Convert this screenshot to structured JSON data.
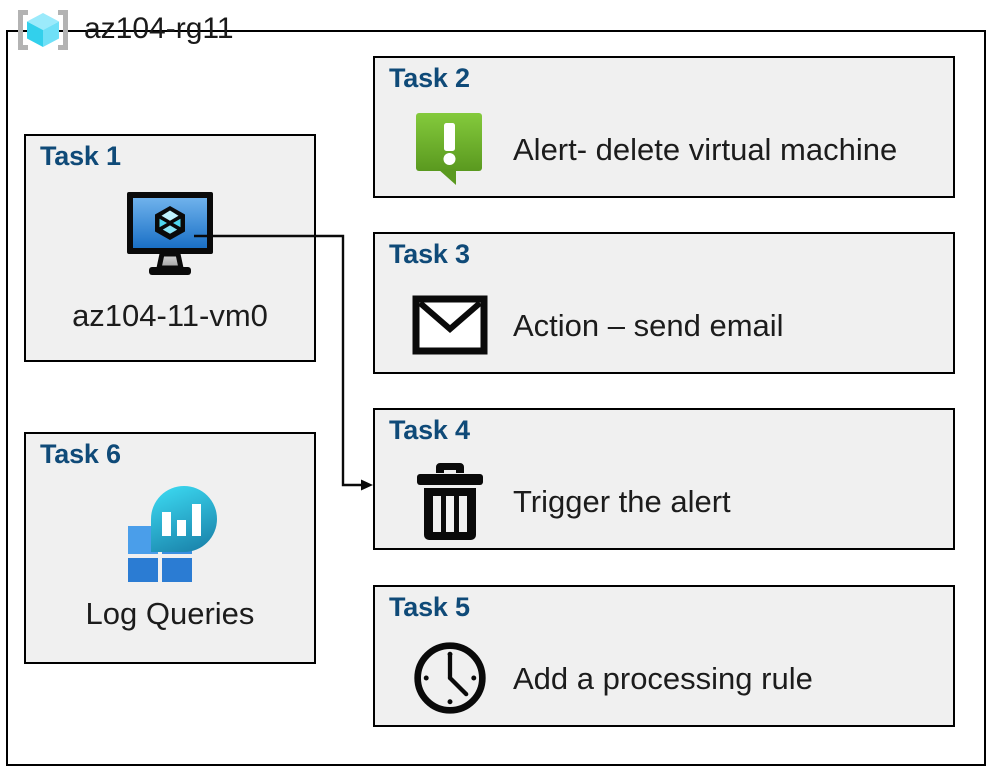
{
  "diagram": {
    "resource_group": {
      "icon": "resource-group-cube-icon",
      "label": "az104-rg11"
    },
    "colors": {
      "box_fill": "#F0F0F0",
      "box_border": "#000000",
      "task_title": "#0F4A78",
      "caption_text": "#1C1C1C",
      "alert_green_light": "#7FC63F",
      "alert_green_dark": "#5B9A24",
      "vm_screen_blue_light": "#5FA8E8",
      "vm_screen_blue_dark": "#1E74C8",
      "cube_cyan_light": "#9BEAFB",
      "cube_cyan_dark": "#32D0EC",
      "log_square_light": "#4A9EEA",
      "log_square_dark": "#2B7CD3",
      "log_bubble_top": "#32D0EC",
      "log_bubble_bottom": "#1F8FB5"
    },
    "tasks": [
      {
        "id": "task1",
        "title": "Task 1",
        "caption": "az104-11-vm0",
        "icon": "virtual-machine-icon",
        "layout": "left-column"
      },
      {
        "id": "task2",
        "title": "Task 2",
        "caption": "Alert- delete virtual machine",
        "icon": "alert-exclamation-icon",
        "layout": "right-column"
      },
      {
        "id": "task3",
        "title": "Task 3",
        "caption": "Action – send email",
        "icon": "envelope-icon",
        "layout": "right-column"
      },
      {
        "id": "task4",
        "title": "Task 4",
        "caption": "Trigger the alert",
        "icon": "trash-can-icon",
        "layout": "right-column"
      },
      {
        "id": "task5",
        "title": "Task 5",
        "caption": "Add a processing rule",
        "icon": "clock-icon",
        "layout": "right-column"
      },
      {
        "id": "task6",
        "title": "Task 6",
        "caption": "Log Queries",
        "icon": "log-analytics-icon",
        "layout": "left-column"
      }
    ],
    "connector": {
      "from": "task1-virtual-machine-icon",
      "to": "task4-box",
      "style": "orthogonal-arrow"
    }
  }
}
